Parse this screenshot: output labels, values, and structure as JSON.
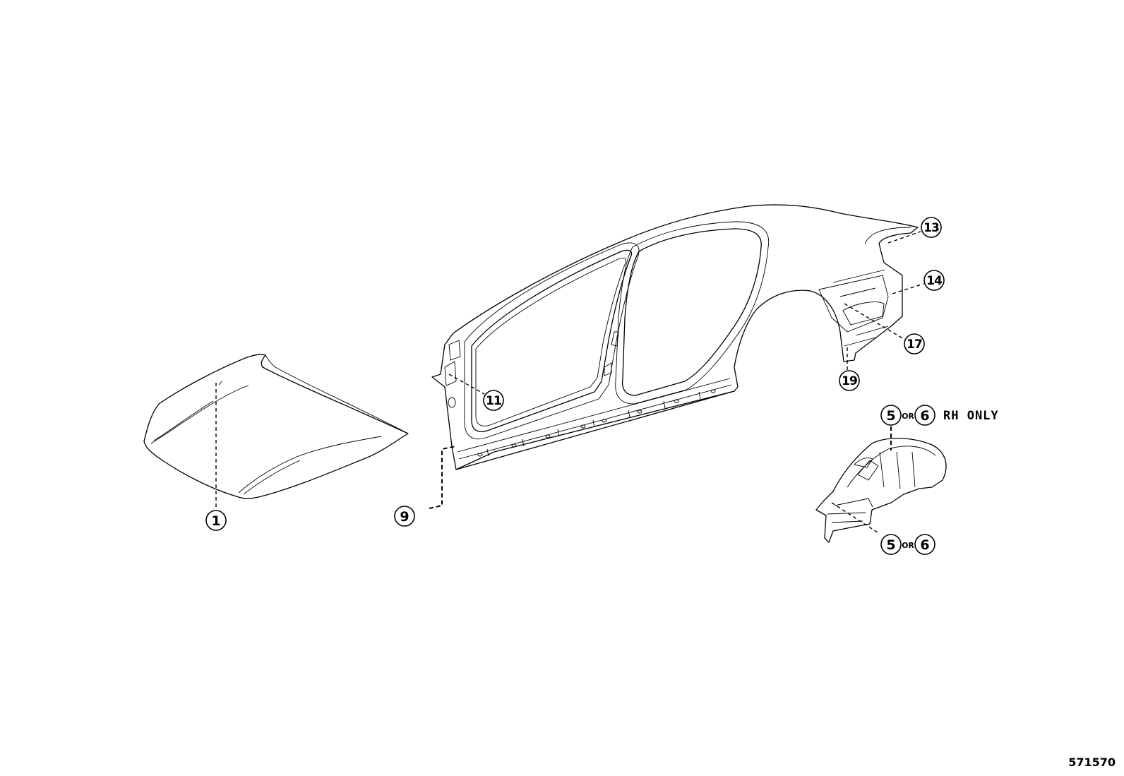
{
  "diagram_id": "571570",
  "note": "RH ONLY",
  "or_word": "OR",
  "callouts": {
    "c1": "1",
    "c9": "9",
    "c11": "11",
    "c13": "13",
    "c14": "14",
    "c17": "17",
    "c19": "19",
    "c5_top": "5",
    "c6_top": "6",
    "c5_bottom": "5",
    "c6_bottom": "6"
  }
}
